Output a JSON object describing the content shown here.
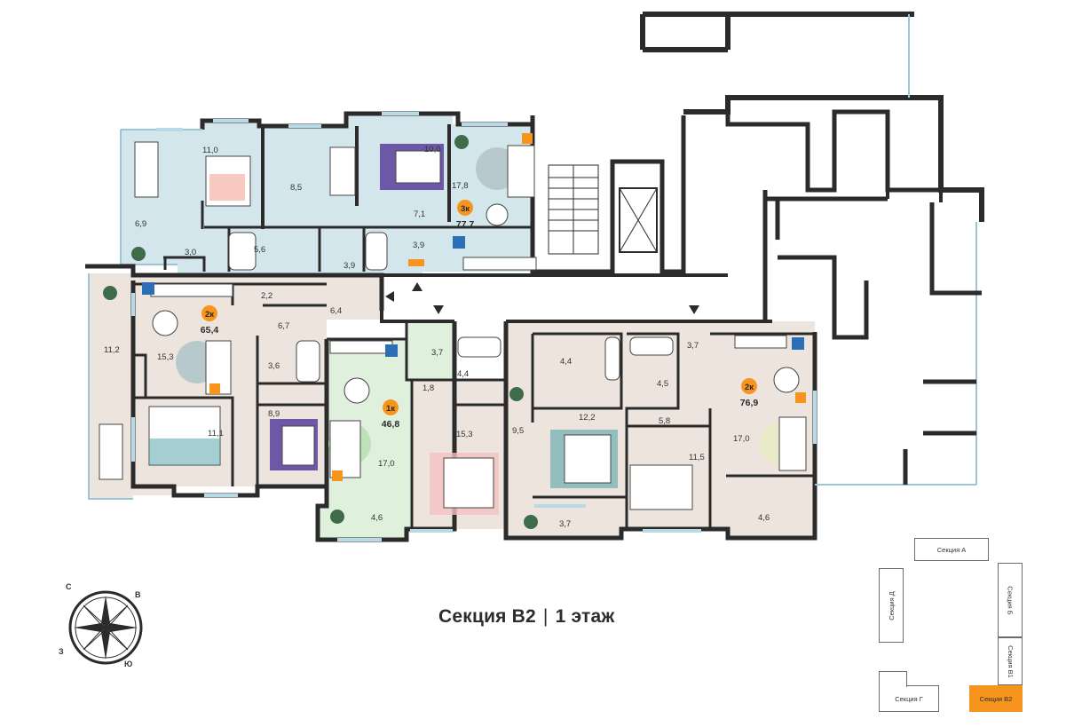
{
  "floor_title": {
    "section": "Секция В2",
    "separator": "|",
    "floor": "1 этаж"
  },
  "apartments": [
    {
      "type": "3к",
      "area": "77,7",
      "color": "#d3e6ec"
    },
    {
      "type": "2к",
      "area": "65,4",
      "color": "#ede4dd"
    },
    {
      "type": "1к",
      "area": "46,8",
      "color": "#dff0dc"
    },
    {
      "type": "2к",
      "area": "76,9",
      "color": "#ede4dd"
    }
  ],
  "rooms": {
    "r3k_balcony": "6,9",
    "r3k_bed1": "11,0",
    "r3k_bed2": "8,5",
    "r3k_bed3": "10,0",
    "r3k_living": "17,8",
    "r3k_hall": "7,1",
    "r3k_hall2": "3,0",
    "r3k_bath1": "5,6",
    "r3k_wc": "3,9",
    "r3k_bath2": "3,9",
    "r2a_hall1": "2,2",
    "r2a_hall2": "6,4",
    "r2a_hall3": "6,7",
    "r2a_balcony": "11,2",
    "r2a_living": "15,3",
    "r2a_bath": "3,6",
    "r2a_hall4": "8,9",
    "r2a_bed": "11,1",
    "r1k_hall1": "3,7",
    "r1k_hall2": "1,8",
    "r1k_bath": "4,4",
    "r1k_living": "17,0",
    "r1k_bed": "15,3",
    "r1k_balcony": "4,6",
    "r2b_bath1": "4,4",
    "r2b_bath2": "4,5",
    "r2b_hall1": "3,7",
    "r2b_bed1": "12,2",
    "r2b_hall2": "9,5",
    "r2b_hall3": "5,8",
    "r2b_living": "17,0",
    "r2b_bed2": "11,5",
    "r2b_balcony1": "3,7",
    "r2b_balcony2": "4,6"
  },
  "compass": {
    "north": "С",
    "east": "В",
    "south": "Ю",
    "west": "З"
  },
  "key_plan": {
    "section_a": "Секция А",
    "section_b": "Секция Б",
    "section_b1": "Секция В1",
    "section_b2": "Секция В2",
    "section_g": "Секция Г",
    "section_d": "Секция Д",
    "active_color": "#f6941d"
  }
}
